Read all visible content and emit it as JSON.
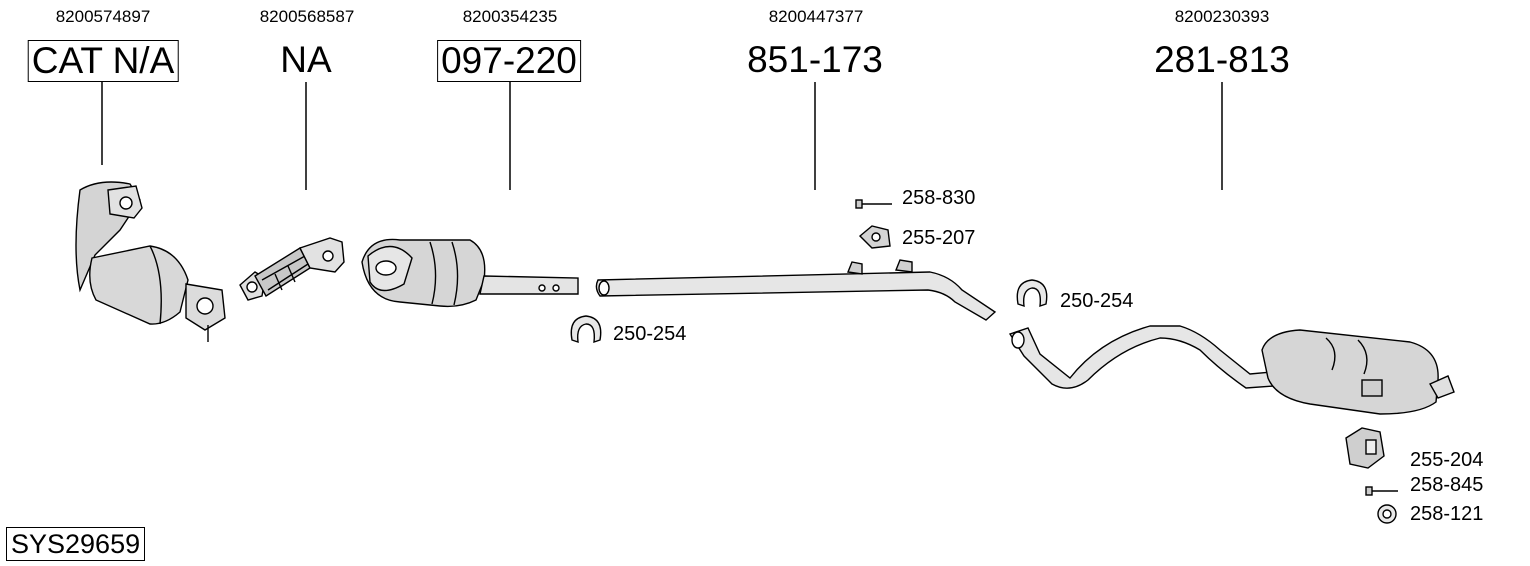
{
  "refs": [
    "8200574897",
    "8200568587",
    "8200354235",
    "8200447377",
    "8200230393"
  ],
  "parts": [
    {
      "label": "CAT N/A",
      "boxed": true
    },
    {
      "label": "NA",
      "boxed": false
    },
    {
      "label": "097-220",
      "boxed": true
    },
    {
      "label": "851-173",
      "boxed": false
    },
    {
      "label": "281-813",
      "boxed": false
    }
  ],
  "accessories": {
    "bolt_a": "258-830",
    "bracket_a": "255-207",
    "clamp_a": "250-254",
    "clamp_b": "250-254",
    "bracket_b": "255-204",
    "bolt_b": "258-845",
    "ring": "258-121"
  },
  "system_code": "SYS29659",
  "colors": {
    "line": "#000000",
    "metal": "#d9d9d9",
    "metal_dark": "#a8a8a8"
  }
}
